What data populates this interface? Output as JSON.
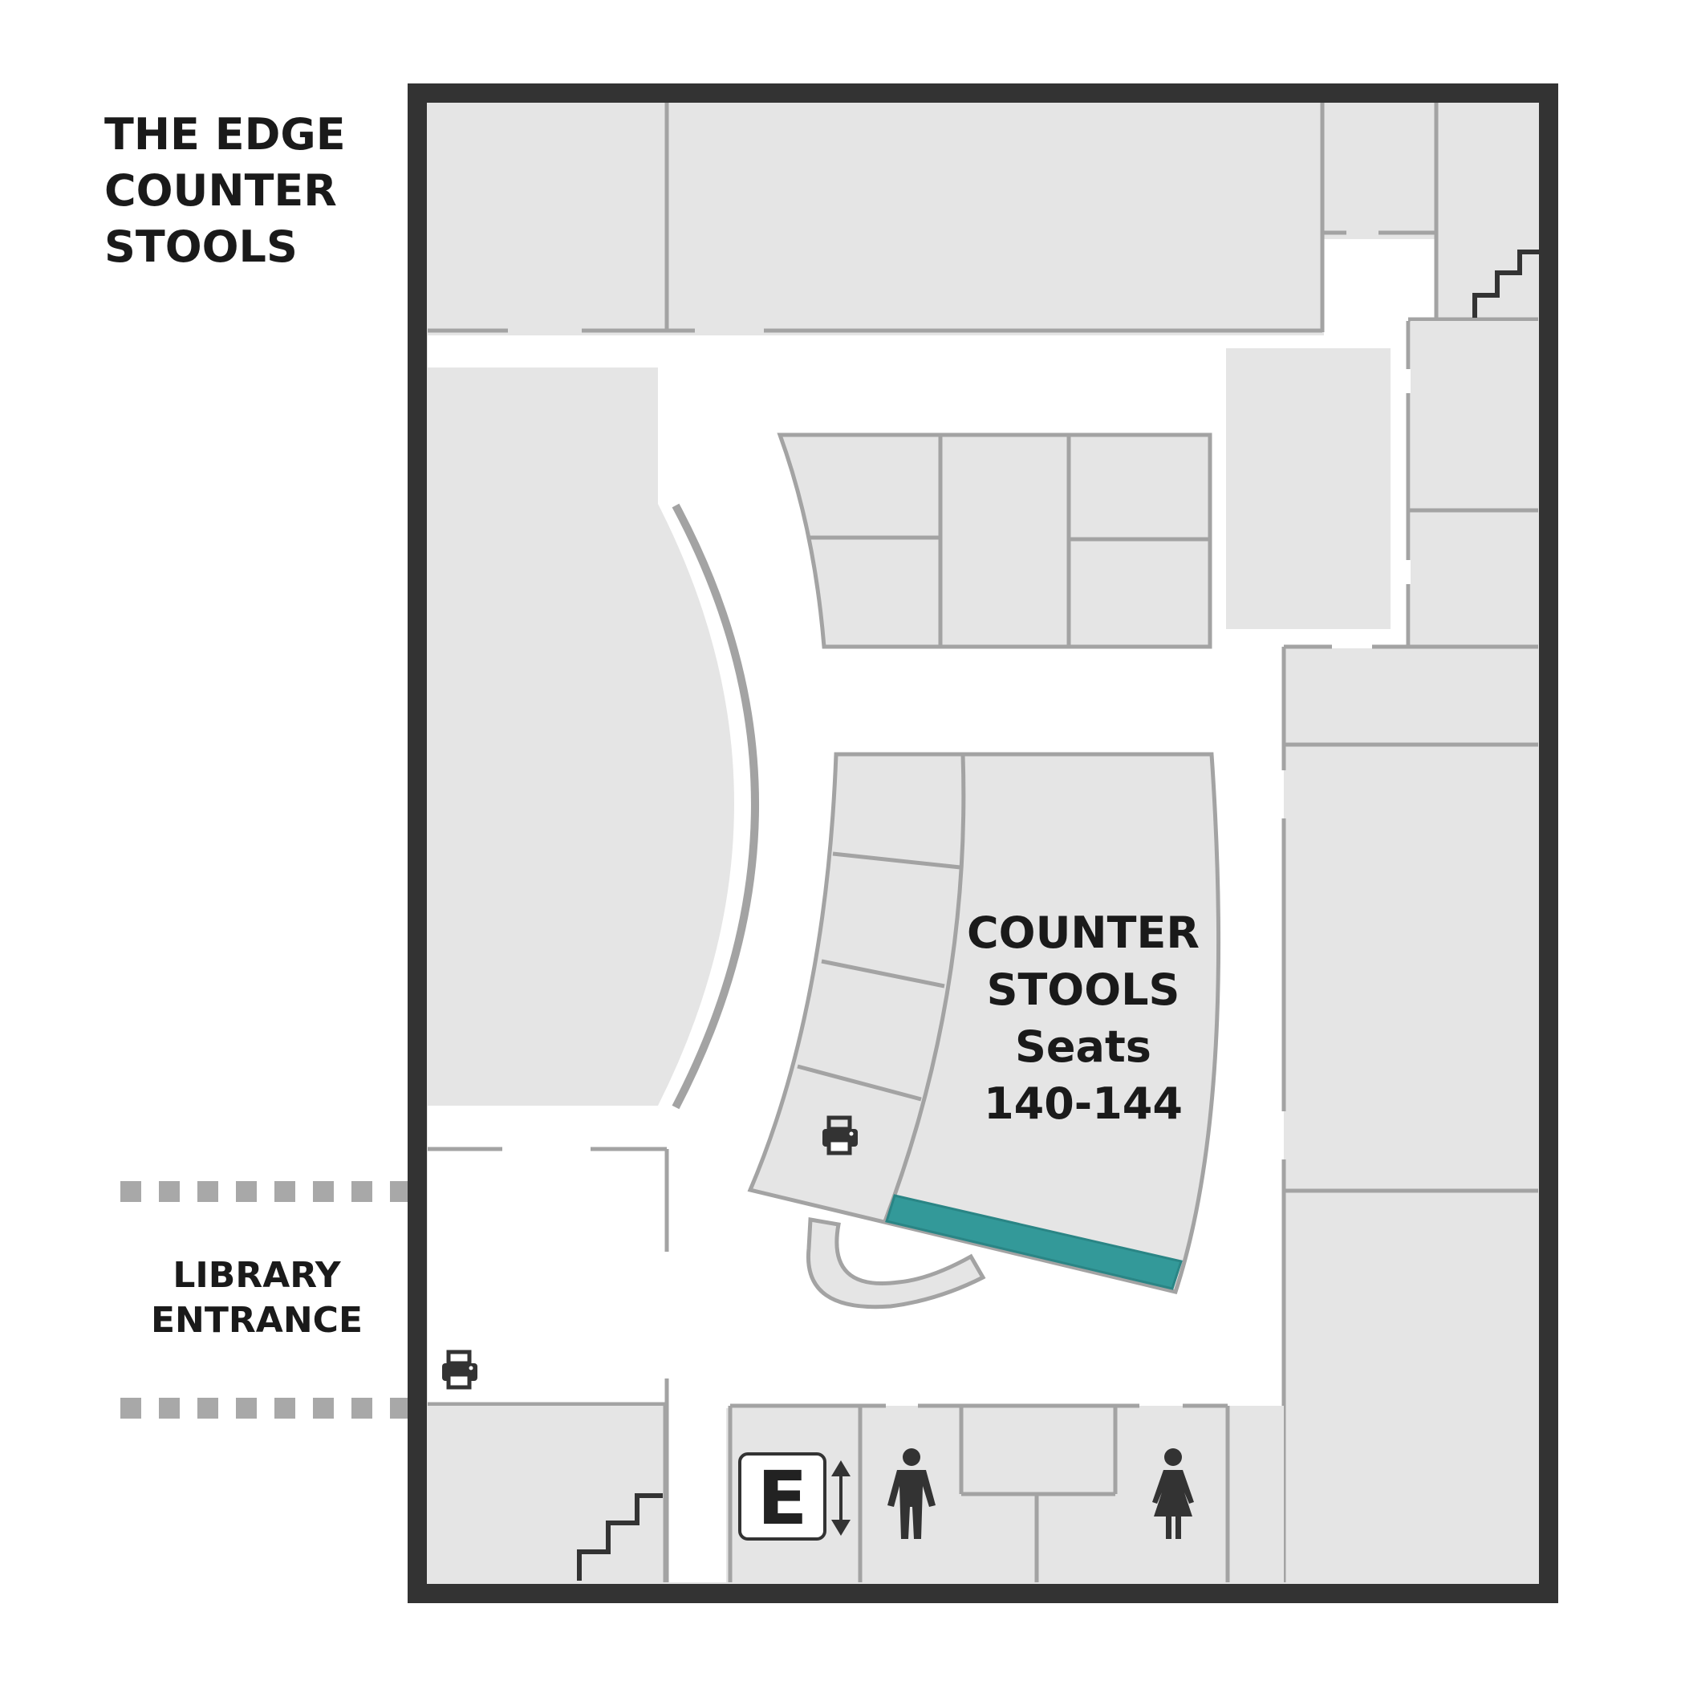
{
  "title": {
    "lines": [
      "THE EDGE",
      "COUNTER",
      "STOOLS"
    ]
  },
  "highlight_area": {
    "lines": [
      "COUNTER",
      "STOOLS",
      "Seats",
      "140-144"
    ]
  },
  "entrance": {
    "lines": [
      "LIBRARY",
      "ENTRANCE"
    ]
  },
  "elevator": {
    "letter": "E"
  },
  "icons": [
    "printer-icon",
    "printer-icon",
    "elevator-icon",
    "up-down-arrow-icon",
    "men-restroom-icon",
    "women-restroom-icon",
    "stairs-icon",
    "stairs-icon"
  ],
  "colors": {
    "wall_outer": "#333333",
    "room_fill": "#e5e5e5",
    "room_stroke": "#a3a3a3",
    "highlight": "#339999",
    "text": "#1a1a1a",
    "door_dash": "#a8a8a8"
  }
}
